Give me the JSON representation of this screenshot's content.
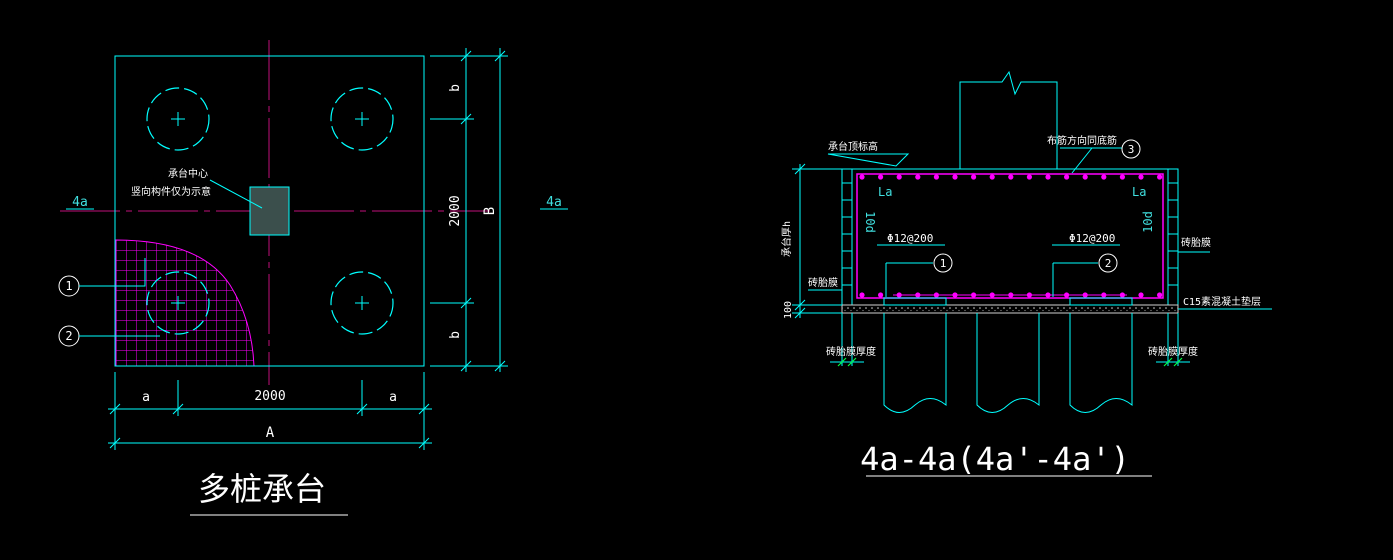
{
  "colors": {
    "background": "#000000",
    "outline": "#00ffff",
    "centerline": "#c0107a",
    "rebar": "#ff00ff",
    "text": "#ffffff",
    "pile_cap_center_fill": "#3b4f4c"
  },
  "plan_view": {
    "title": "多桩承台",
    "section_mark_left": "4a",
    "section_mark_right": "4a",
    "center_note_line1": "承台中心",
    "center_note_line2": "竖向构件仅为示意",
    "dim_top_b": "b",
    "dim_bottom_b": "b",
    "dim_middle_vertical": "2000",
    "dim_total_vertical": "B",
    "dim_left_a": "a",
    "dim_middle_horizontal": "2000",
    "dim_right_a": "a",
    "dim_total_horizontal": "A",
    "callout_1": "1",
    "callout_2": "2"
  },
  "section_view": {
    "title": "4a-4a(4a'-4a')",
    "top_elevation_label": "承台顶标高",
    "distribution_label": "布筋方向同底筋",
    "callout_3": "3",
    "la_left": "La",
    "la_right": "La",
    "ten_d_left": "10d",
    "ten_d_right": "10d",
    "rebar_left": "Φ12@200",
    "rebar_right": "Φ12@200",
    "callout_1": "1",
    "callout_2": "2",
    "thickness_label": "承台厚h",
    "brick_label_left": "砖胎膜",
    "brick_label_right": "砖胎膜",
    "cushion_dim": "100",
    "cushion_label": "C15素混凝土垫层",
    "brick_thickness_left": "砖胎膜厚度",
    "brick_thickness_right": "砖胎膜厚度"
  }
}
